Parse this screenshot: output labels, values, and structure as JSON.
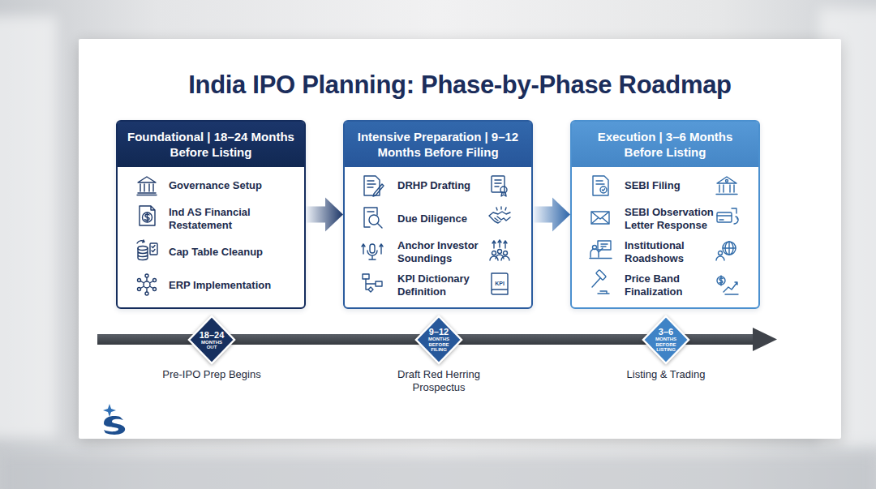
{
  "diagram": {
    "title": "India IPO Planning: Phase-by-Phase Roadmap",
    "nodes": [
      {
        "text": [
          "Foundational | 18–24 Months Before Listing",
          "Governance Setup",
          "Ind AS Financial Restatement",
          "Cap Table Cleanup",
          "ERP Implementation"
        ]
      },
      {
        "text": [
          "Intensive Preparation | 9–12 Months Before Filing",
          "DRHP Drafting",
          "Due Diligence",
          "Anchor Investor Soundings",
          "KPI Dictionary Definition"
        ]
      },
      {
        "text": [
          "Execution | 3–6 Months Before Listing",
          "SEBI Filing",
          "SEBI Observation Letter Response",
          "Institutional Roadshows",
          "Price Band Finalization"
        ]
      },
      {
        "text": [
          "18–24",
          "MONTHS OUT",
          "Pre-IPO Prep Begins"
        ]
      },
      {
        "text": [
          "9–12",
          "MONTHS BEFORE FILING",
          "Draft Red Herring Prospectus"
        ]
      },
      {
        "text": [
          "3–6",
          "MONTHS BEFORE LISTING",
          "Listing & Trading"
        ]
      }
    ],
    "edges": [
      {
        "from": 0,
        "to": 1,
        "arrow": "to"
      },
      {
        "from": 1,
        "to": 2,
        "arrow": "to"
      }
    ],
    "labels": [
      "KPI"
    ]
  }
}
